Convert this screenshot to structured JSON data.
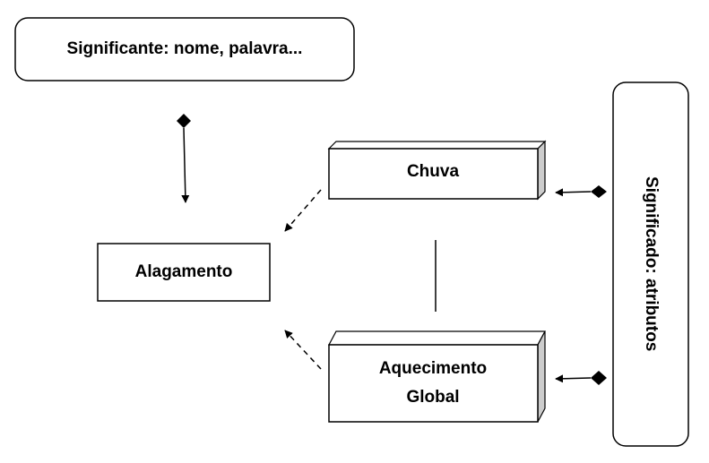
{
  "diagram": {
    "signifier_box": {
      "text": "Significante: nome, palavra..."
    },
    "node_chuva": {
      "text": "Chuva"
    },
    "node_alagamento": {
      "text": "Alagamento"
    },
    "node_aquecimento": {
      "line1": "Aquecimento",
      "line2": "Global"
    },
    "signified_box": {
      "text": "Significado: atributos"
    }
  },
  "colors": {
    "stroke": "#000000",
    "fill": "#ffffff",
    "box_side": "#cccccc",
    "box_top": "#ffffff"
  }
}
